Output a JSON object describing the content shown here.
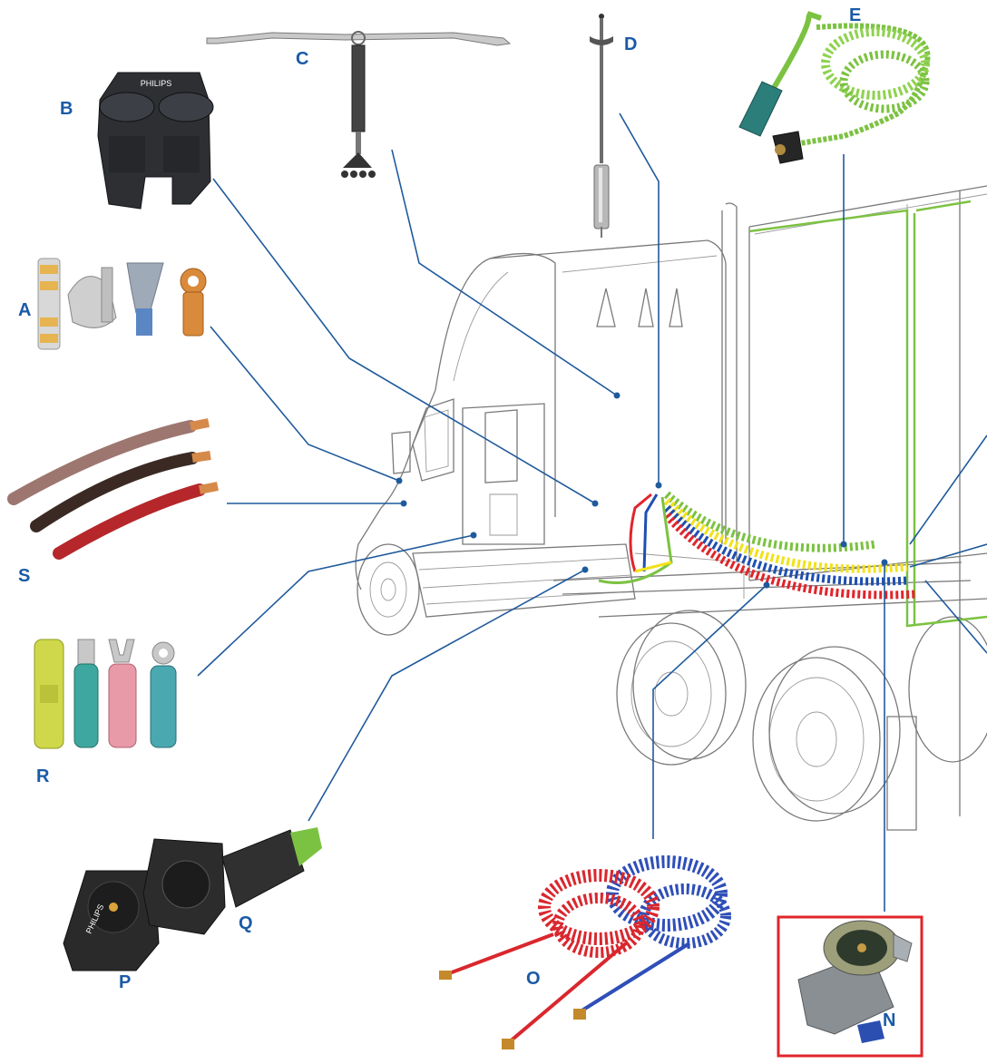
{
  "colors": {
    "label": "#1a5aa6",
    "leader": "#1f5a9c",
    "highlight_box": "#e0252b",
    "coil_green": "#7cc242",
    "coil_yellow": "#f2e21b",
    "coil_blue": "#1f4fb0",
    "coil_red": "#e0252b"
  },
  "labels": {
    "A": "A",
    "B": "B",
    "C": "C",
    "D": "D",
    "E": "E",
    "N": "N",
    "O": "O",
    "P": "P",
    "Q": "Q",
    "R": "R",
    "S": "S"
  },
  "products": {
    "B_brand": "PHILIPS",
    "P_brand": "PHILIPS"
  },
  "icons": {
    "A": "battery-terminals-icon",
    "B": "hose-holder-icon",
    "C": "hose-hanger-icon",
    "D": "tender-spring-icon",
    "E": "green-coil-cable-icon",
    "N": "gladhand-icon",
    "O": "air-coil-icon",
    "P": "trailer-socket-icon",
    "Q": "plug-socket-icon",
    "R": "heat-shrink-terminals-icon",
    "S": "battery-cable-icon"
  },
  "highlight": "N"
}
